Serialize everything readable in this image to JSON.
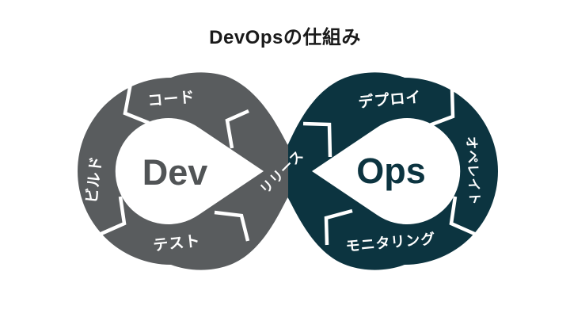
{
  "title": "DevOpsの仕組み",
  "diagram": {
    "dev": {
      "center_label": "Dev",
      "segments": {
        "code": "コード",
        "build": "ビルド",
        "test": "テスト"
      }
    },
    "ops": {
      "center_label": "Ops",
      "segments": {
        "deploy": "デプロイ",
        "operate": "オペレイト",
        "monitor": "モニタリング"
      }
    },
    "shared_segment": {
      "release": "リリース"
    },
    "colors": {
      "dev_ring": "#595c5e",
      "ops_ring": "#0c3440",
      "label_text": "#ffffff",
      "dev_text": "#515456",
      "ops_text": "#0c3440",
      "title_text": "#1a1a1a",
      "background": "#ffffff"
    }
  }
}
